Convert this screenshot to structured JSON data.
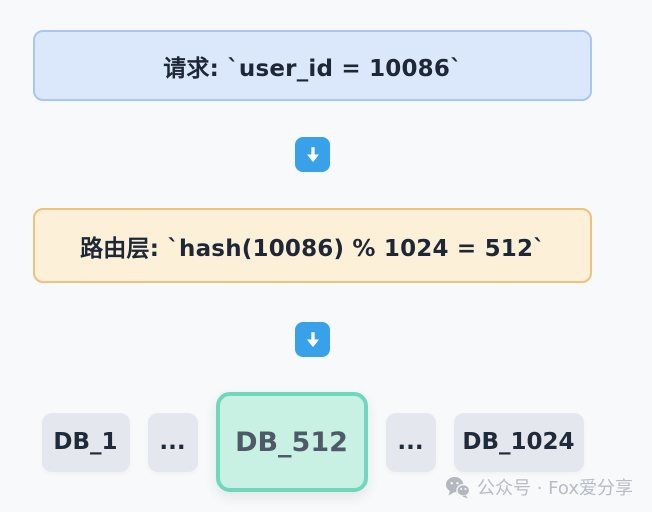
{
  "page": {
    "background": "#f7f9fb"
  },
  "flow": {
    "request": {
      "label": "请求: `user_id = 10086`",
      "bg": "#dbe8fb",
      "border": "#a6c7f2"
    },
    "arrow_icon": "down-arrow-button",
    "arrow_color": "#38a1e9",
    "routing": {
      "label": "路由层: `hash(10086) % 1024 = 512`",
      "bg": "#fdf0d8",
      "border": "#efc27b"
    },
    "databases": [
      {
        "label": "DB_1",
        "highlighted": false
      },
      {
        "label": "...",
        "highlighted": false
      },
      {
        "label": "DB_512",
        "highlighted": true
      },
      {
        "label": "...",
        "highlighted": false
      },
      {
        "label": "DB_1024",
        "highlighted": false
      }
    ],
    "highlight_colors": {
      "bg": "#c8f1e3",
      "border": "#70d7bc"
    },
    "db_bg": "#e4e8ee"
  },
  "watermark": {
    "icon": "wechat-icon",
    "text": "公众号 · Fox爱分享",
    "color": "#b8bcc4"
  }
}
